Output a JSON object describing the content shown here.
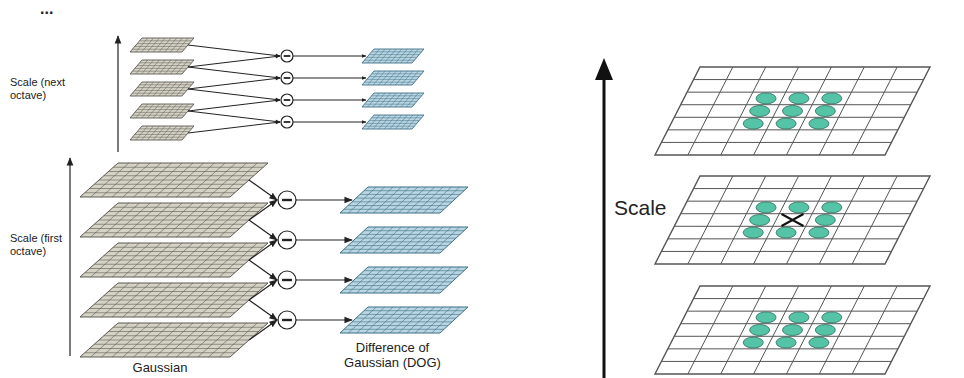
{
  "diagram": {
    "labels": [
      "...",
      "Scale (next octave)",
      "Scale (first octave)",
      "Gaussian",
      "Difference of Gaussian (DOG)",
      "Scale"
    ]
  }
}
